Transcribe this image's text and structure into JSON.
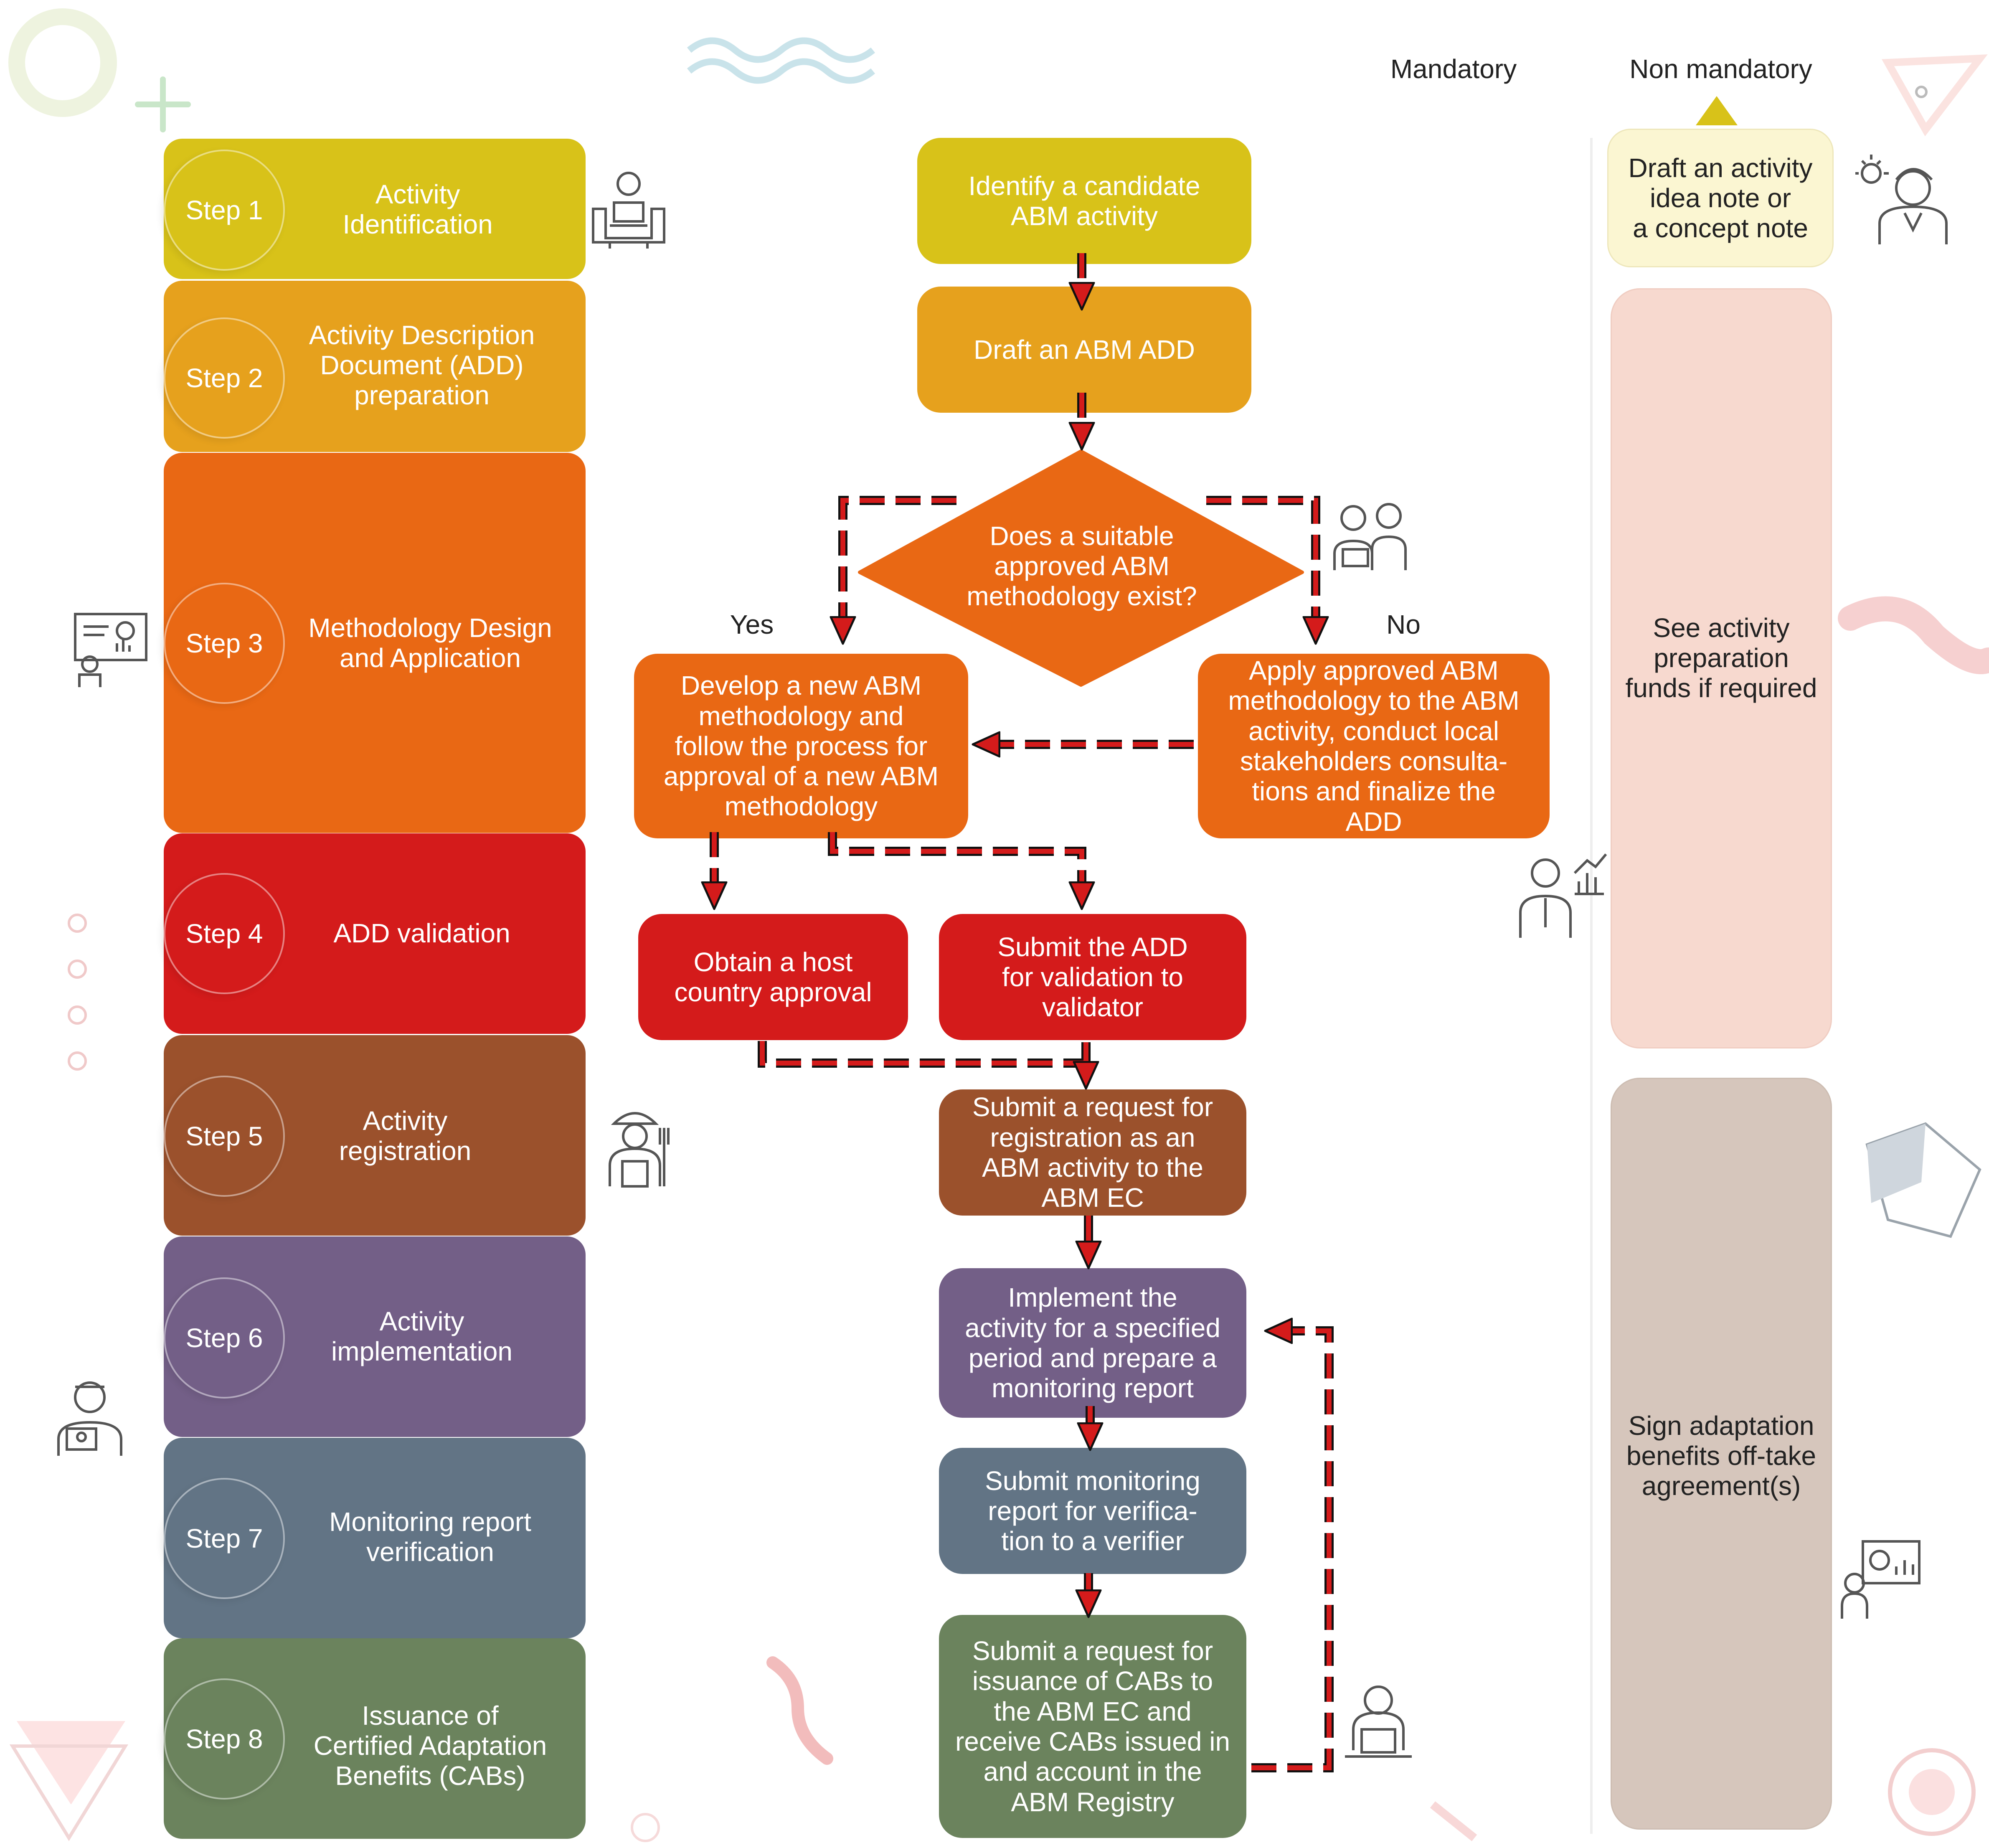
{
  "colors": {
    "step1": "#d8c219",
    "step2": "#e6a11d",
    "step3": "#e96814",
    "step4": "#d41b1b",
    "step5": "#9b512c",
    "step6": "#735f87",
    "step7": "#627485",
    "step8": "#6b835d",
    "arrow": "#d41b1b",
    "arrow_outline": "#111111"
  },
  "columns": {
    "mandatory": "Mandatory",
    "non_mandatory": "Non mandatory"
  },
  "steps": [
    {
      "number": "Step 1",
      "title": "Activity\nIdentification"
    },
    {
      "number": "Step 2",
      "title": "Activity Description\nDocument (ADD)\npreparation"
    },
    {
      "number": "Step 3",
      "title": "Methodology Design\nand Application"
    },
    {
      "number": "Step 4",
      "title": "ADD validation"
    },
    {
      "number": "Step 5",
      "title": "Activity\nregistration"
    },
    {
      "number": "Step 6",
      "title": "Activity\nimplementation"
    },
    {
      "number": "Step 7",
      "title": "Monitoring report\nverification"
    },
    {
      "number": "Step 8",
      "title": "Issuance of\nCertified Adaptation\nBenefits (CABs)"
    }
  ],
  "flow": {
    "identify": "Identify a candidate\nABM activity",
    "draft": "Draft an ABM ADD",
    "decision": "Does a suitable\napproved ABM\nmethodology exist?",
    "yes_label": "Yes",
    "no_label": "No",
    "develop": "Develop a new ABM\nmethodology and\nfollow the process for\napproval of a new ABM\nmethodology",
    "apply": "Apply approved ABM\nmethodology to the ABM\nactivity, conduct local\nstakeholders consulta-\ntions and finalize the\nADD",
    "host_approval": "Obtain a host\ncountry approval",
    "submit_validation": "Submit the ADD\nfor validation to\nvalidator",
    "submit_registration": "Submit a request for\nregistration as an\nABM activity to the\nABM EC",
    "implement": "Implement the\nactivity for a specified\nperiod and prepare a\nmonitoring report",
    "submit_monitoring": "Submit monitoring\nreport for verifica-\ntion to a verifier",
    "submit_issuance": "Submit a request for\nissuance of CABs to\nthe ABM EC and\nreceive CABs issued in\nand account in the\nABM Registry"
  },
  "non_mandatory": {
    "concept_note": "Draft an activity\nidea note or\na concept note",
    "preparation_funds": "See activity\npreparation\nfunds if required",
    "offtake": "Sign adaptation\nbenefits off-take\nagreement(s)"
  },
  "icons": [
    "person-on-sofa-with-laptop-icon",
    "presentation-board-person-icon",
    "two-people-discussing-icon",
    "businessman-with-chart-icon",
    "worker-with-tools-icon",
    "person-with-certificate-icon",
    "person-at-laptop-icon",
    "idea-person-icon",
    "presenter-with-screen-icon"
  ]
}
